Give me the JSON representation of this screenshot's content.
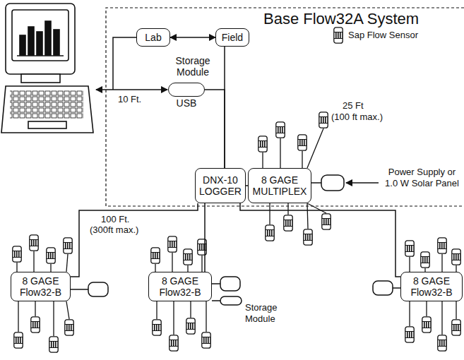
{
  "diagram": {
    "title": "Base Flow32A System",
    "nodes": [
      {
        "text": [
          "Lab"
        ]
      },
      {
        "text": [
          "Field"
        ]
      },
      {
        "text": [
          "Storage Module",
          "USB"
        ]
      },
      {
        "text": [
          "DNX-10 LOGGER"
        ]
      },
      {
        "text": [
          "8 GAGE MULTIPLEX"
        ]
      },
      {
        "text": [
          "8 GAGE Flow32-B"
        ]
      },
      {
        "text": [
          "8 GAGE Flow32-B"
        ]
      },
      {
        "text": [
          "8 GAGE Flow32-B"
        ]
      }
    ],
    "edges": [
      {
        "from": 0,
        "to": 1,
        "arrow": "both"
      },
      {
        "from": 1,
        "to": 3,
        "arrow": "none"
      },
      {
        "from": 2,
        "to": 3,
        "arrow": "none"
      },
      {
        "from": 3,
        "to": 4,
        "arrow": "none"
      },
      {
        "from": 3,
        "to": 5,
        "arrow": "none"
      },
      {
        "from": 3,
        "to": 6,
        "arrow": "none"
      },
      {
        "from": 3,
        "to": 7,
        "arrow": "none"
      }
    ],
    "labels": [
      "10 Ft.",
      "25 Ft",
      "(100 ft max.)",
      "Power Supply or 1.0 W Solar Panel",
      "100 Ft.",
      "(300ft max.)",
      "Storage Module"
    ],
    "legend": [
      {
        "text": "Sap Flow Sensor"
      }
    ]
  }
}
